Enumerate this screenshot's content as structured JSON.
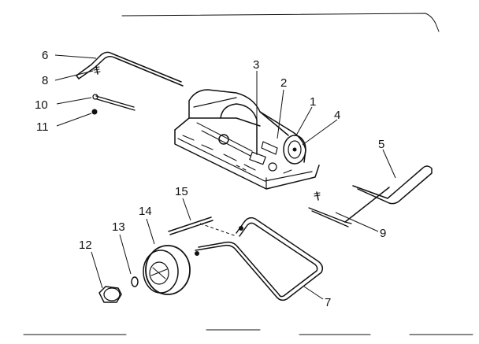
{
  "diagram": {
    "ink_color": "#111111",
    "background_color": "#ffffff",
    "callouts": [
      {
        "id": "1",
        "label": "1"
      },
      {
        "id": "2",
        "label": "2"
      },
      {
        "id": "3",
        "label": "3"
      },
      {
        "id": "4",
        "label": "4"
      },
      {
        "id": "5",
        "label": "5"
      },
      {
        "id": "6",
        "label": "6"
      },
      {
        "id": "7",
        "label": "7"
      },
      {
        "id": "8",
        "label": "8"
      },
      {
        "id": "9",
        "label": "9"
      },
      {
        "id": "10",
        "label": "10"
      },
      {
        "id": "11",
        "label": "11"
      },
      {
        "id": "12",
        "label": "12"
      },
      {
        "id": "13",
        "label": "13"
      },
      {
        "id": "14",
        "label": "14"
      },
      {
        "id": "15",
        "label": "15"
      }
    ]
  }
}
